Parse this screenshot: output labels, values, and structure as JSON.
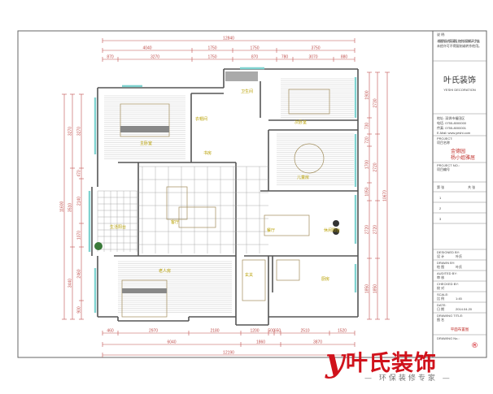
{
  "title_block": {
    "notes_title": "说 明:",
    "notes": [
      "本图纸为设计方案示意图，施工时以现场实际尺寸为准。",
      "未经许可不得复制或转作他用。"
    ],
    "company": "叶氏装饰",
    "company_en": "YESHI DECORATION",
    "contact": [
      "地址: 深圳市福田区",
      "电话: 0755-8000000",
      "传真: 0755-8000001",
      "E-Mail: www.yeshi.com"
    ],
    "project_label": "PROJECT:",
    "project_sub": "项目名称",
    "project_name": "金德园",
    "client": "杨小姐雅居",
    "project_no_label": "PROJECT NO.:",
    "project_no_sub": "项目编号",
    "sheet_label": "第  张",
    "sheet_total": "共  张",
    "revisions": [
      "1",
      "2",
      "3"
    ],
    "fields": [
      {
        "label": "DESIGNED BY:",
        "sub": "设 计",
        "value": "叶氏"
      },
      {
        "label": "DRAWN BY:",
        "sub": "绘 图",
        "value": "叶氏"
      },
      {
        "label": "AUDITED BY:",
        "sub": "审 核",
        "value": ""
      },
      {
        "label": "CHECKED BY:",
        "sub": "校 对",
        "value": ""
      },
      {
        "label": "SCALE:",
        "sub": "比 例",
        "value": "1:45"
      },
      {
        "label": "DATE:",
        "sub": "日 期",
        "value": "2014.04.20"
      },
      {
        "label": "DRAWING TITLE:",
        "sub": "图 名",
        "value": ""
      }
    ],
    "drawing_title": "平面布置图",
    "drawing_no_label": "DRAWING No.:"
  },
  "dimensions": {
    "top_total": "12840",
    "top_mid": [
      "4040",
      "1750",
      "1750",
      "3750"
    ],
    "top_inner": [
      "870",
      "3270",
      "1750",
      "870",
      "780",
      "3070",
      "880"
    ],
    "bottom_inner": [
      "460",
      "2970",
      "2180",
      "1200",
      "500",
      "650",
      "2510",
      "1520"
    ],
    "bottom_mid": [
      "6040",
      "1860",
      "3870"
    ],
    "bottom_total": "12190",
    "left_total": "11600",
    "left_mid": [
      "3270",
      "3510",
      "3440"
    ],
    "left_inner": [
      "3270",
      "470",
      "2140",
      "1070",
      "2460",
      "900"
    ],
    "right_inner": [
      "1900",
      "730",
      "720",
      "1700",
      "1050",
      "2720",
      "1850"
    ],
    "right_mid": [
      "2730",
      "2720",
      "2720",
      "1850"
    ],
    "right_total": "10670"
  },
  "rooms": [
    "主卧室",
    "衣帽间",
    "卫生间",
    "次卧室",
    "儿童房",
    "书房",
    "客厅",
    "生活阳台",
    "餐厅",
    "休闲阳台",
    "老人房",
    "玄关",
    "厨房"
  ],
  "logo": {
    "brand": "叶氏装饰",
    "slogan": "— 环保装修专家 —",
    "reg": "®"
  },
  "colors": {
    "dim": "#c0504d",
    "wall": "#555555",
    "glass": "#7fd3d0",
    "brand": "#d0121b",
    "room_label": "#b8a000"
  }
}
